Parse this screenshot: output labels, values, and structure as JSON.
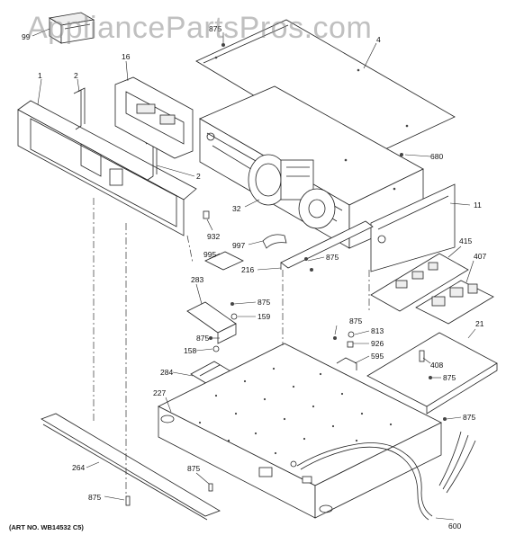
{
  "watermark": "AppliancePartsPros.com",
  "caption": "(ART NO. WB14532 C5)",
  "part_labels": {
    "p99": "99",
    "p875_top": "875",
    "p4": "4",
    "p1": "1",
    "p2_top": "2",
    "p16": "16",
    "p2_right": "2",
    "p680": "680",
    "p11": "11",
    "p32": "32",
    "p932": "932",
    "p997": "997",
    "p995": "995",
    "p875_mid": "875",
    "p216": "216",
    "p415": "415",
    "p407": "407",
    "p283": "283",
    "p875_283": "875",
    "p159": "159",
    "p875_left": "875",
    "p158": "158",
    "p875_813": "875",
    "p813": "813",
    "p926": "926",
    "p595": "595",
    "p21": "21",
    "p408": "408",
    "p875_408": "875",
    "p284": "284",
    "p227": "227",
    "p875_right": "875",
    "p264": "264",
    "p875_bot": "875",
    "p875_botleft": "875",
    "p600": "600"
  }
}
